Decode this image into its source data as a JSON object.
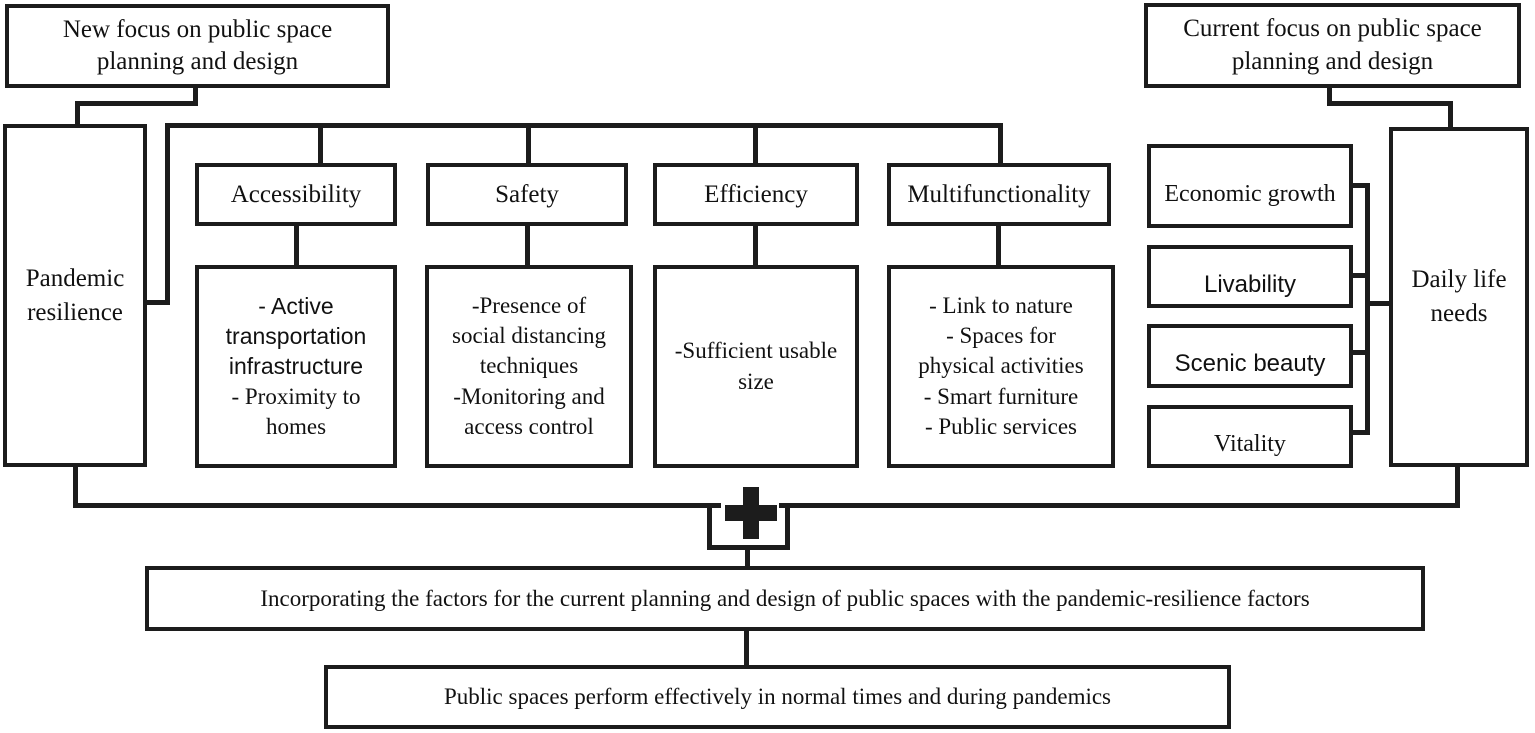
{
  "diagram": {
    "title_left": "New focus on public space\nplanning and design",
    "title_right": "Current focus on public space\nplanning and design",
    "left_side": "Pandemic\nresilience",
    "right_side": "Daily life\nneeds",
    "plus_symbol": "+",
    "columns": [
      {
        "header": "Accessibility",
        "detail_top": "- Active\ntransportation\ninfrastructure",
        "detail_bottom": "- Proximity to\nhomes"
      },
      {
        "header": "Safety",
        "detail": "-Presence of\nsocial distancing\ntechniques\n-Monitoring and\naccess control"
      },
      {
        "header": "Efficiency",
        "detail": "-Sufficient usable\nsize"
      },
      {
        "header": "Multifunctionality",
        "detail": "- Link to nature\n- Spaces for\nphysical activities\n- Smart furniture\n- Public services"
      }
    ],
    "current_factors": [
      "Economic growth",
      "Livability",
      "Scenic beauty",
      "Vitality"
    ],
    "incorporating": "Incorporating the factors for the current planning and design of public spaces with the pandemic-resilience factors",
    "outcome": "Public spaces perform effectively in normal times and during pandemics",
    "colors": {
      "line": "#1c1c1c",
      "background": "#ffffff"
    }
  }
}
